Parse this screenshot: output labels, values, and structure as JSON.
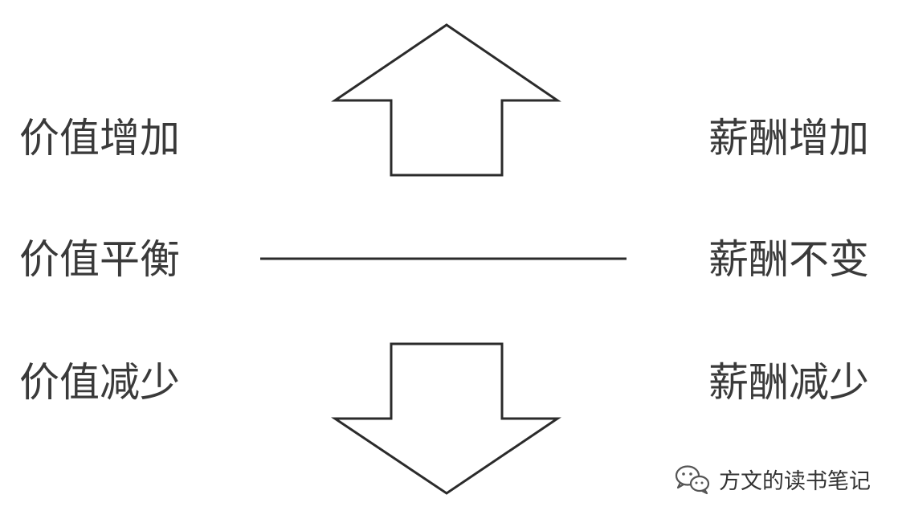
{
  "rows": {
    "up": {
      "left": "价值增加",
      "right": "薪酬增加"
    },
    "flat": {
      "left": "价值平衡",
      "right": "薪酬不变"
    },
    "down": {
      "left": "价值减少",
      "right": "薪酬减少"
    }
  },
  "watermark": {
    "text": "方文的读书笔记",
    "icon": "wechat-icon"
  },
  "colors": {
    "stroke": "#2b2b2b",
    "text": "#3a3a3a",
    "background": "#ffffff"
  }
}
